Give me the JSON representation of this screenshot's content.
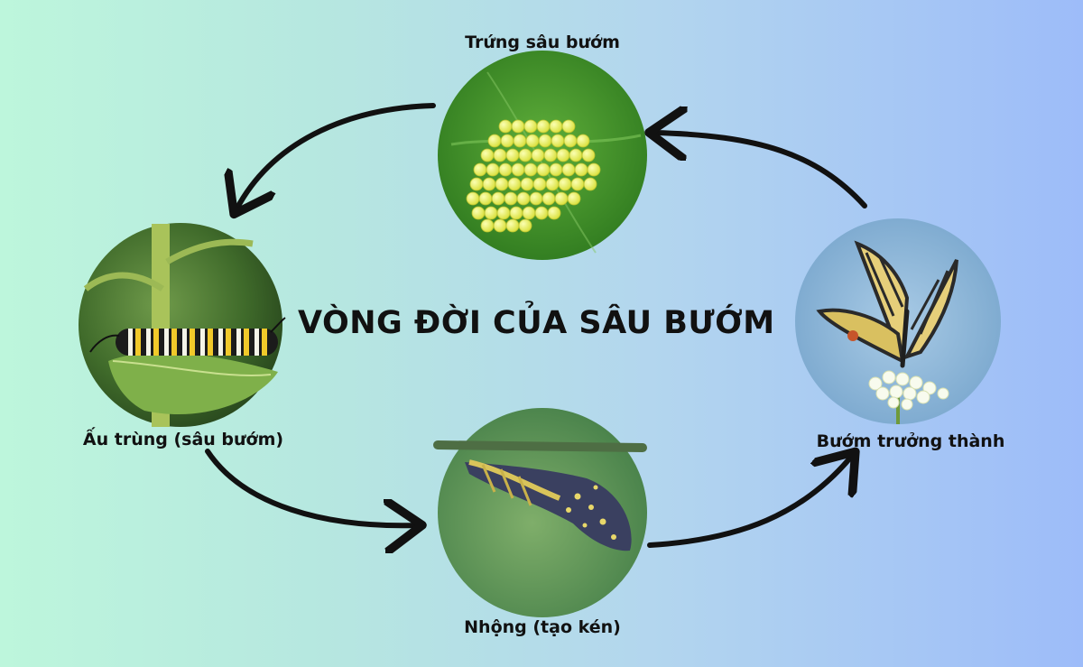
{
  "title": "VÒNG ĐỜI CỦA SÂU BƯỚM",
  "stages": {
    "eggs": {
      "label": "Trứng sâu bướm"
    },
    "larva": {
      "label": "Ấu trùng (sâu bướm)"
    },
    "pupa": {
      "label": "Nhộng (tạo kén)"
    },
    "adult": {
      "label": "Bướm trưởng thành"
    }
  }
}
